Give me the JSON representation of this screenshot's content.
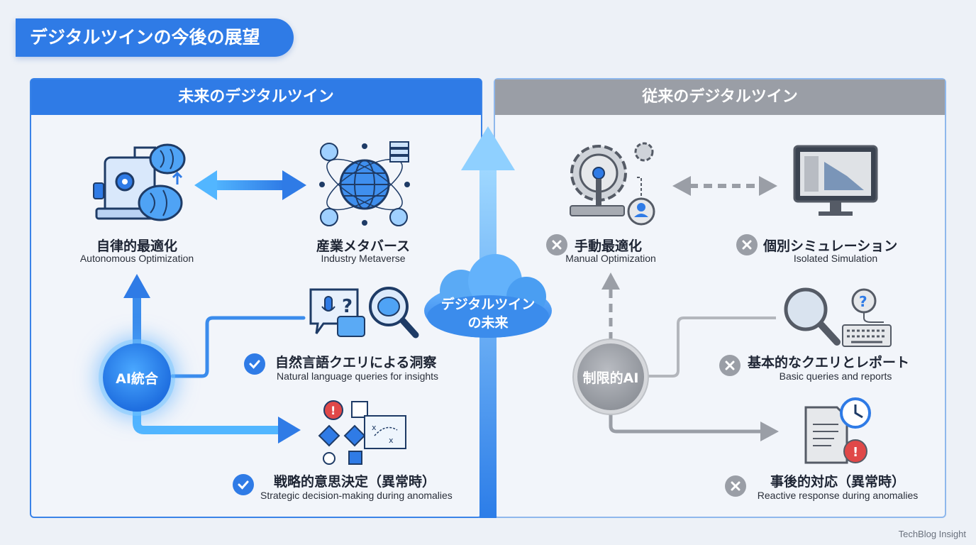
{
  "page": {
    "title": "デジタルツインの今後の展望",
    "footer": "TechBlog Insight"
  },
  "future_panel": {
    "header": "未来のデジタルツイン",
    "hub": "AI統合",
    "items": [
      {
        "jp": "自律的最適化",
        "en": "Autonomous Optimization"
      },
      {
        "jp": "産業メタバース",
        "en": "Industry Metaverse"
      },
      {
        "jp": "自然言語クエリによる洞察",
        "en": "Natural language queries for insights",
        "mark": "check"
      },
      {
        "jp": "戦略的意思決定（異常時）",
        "en": "Strategic decision-making during anomalies",
        "mark": "check"
      }
    ]
  },
  "legacy_panel": {
    "header": "従来のデジタルツイン",
    "hub": "制限的AI",
    "items": [
      {
        "jp": "手動最適化",
        "en": "Manual Optimization",
        "mark": "x"
      },
      {
        "jp": "個別シミュレーション",
        "en": "Isolated Simulation",
        "mark": "x"
      },
      {
        "jp": "基本的なクエリとレポート",
        "en": "Basic queries and reports",
        "mark": "x"
      },
      {
        "jp": "事後的対応（異常時）",
        "en": "Reactive response during anomalies",
        "mark": "x"
      }
    ]
  },
  "center": {
    "cloud_line1": "デジタルツイン",
    "cloud_line2": "の未来"
  },
  "colors": {
    "accent": "#2f7be6",
    "legacy_gray": "#9a9ea6",
    "panel_bg": "#f2f5fa"
  },
  "icons": [
    "robot-brain-icon",
    "metaverse-globe-icon",
    "chat-question-icon",
    "magnifier-brain-icon",
    "decision-flowchart-icon",
    "gear-joystick-icon",
    "monitor-chart-icon",
    "magnifier-icon",
    "keyboard-question-icon",
    "document-clock-icon",
    "check-icon",
    "x-icon",
    "cloud-icon"
  ]
}
